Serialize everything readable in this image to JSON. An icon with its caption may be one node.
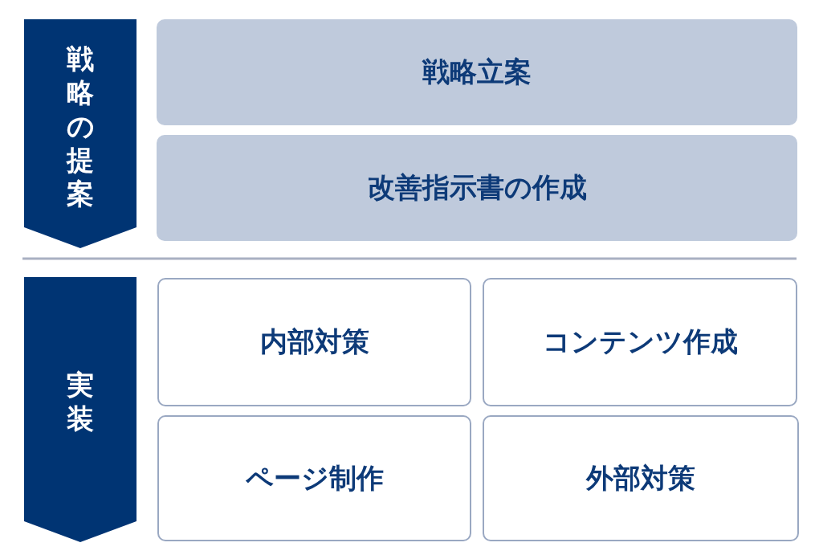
{
  "diagram": {
    "nodes": [
      {
        "text": [
          "戦略の提案"
        ]
      },
      {
        "text": [
          "戦略立案"
        ]
      },
      {
        "text": [
          "改善指示書の作成"
        ]
      },
      {
        "text": [
          "実装"
        ]
      },
      {
        "text": [
          "内部対策"
        ]
      },
      {
        "text": [
          "コンテンツ作成"
        ]
      },
      {
        "text": [
          "ページ制作"
        ]
      },
      {
        "text": [
          "外部対策"
        ]
      }
    ],
    "edges": []
  }
}
